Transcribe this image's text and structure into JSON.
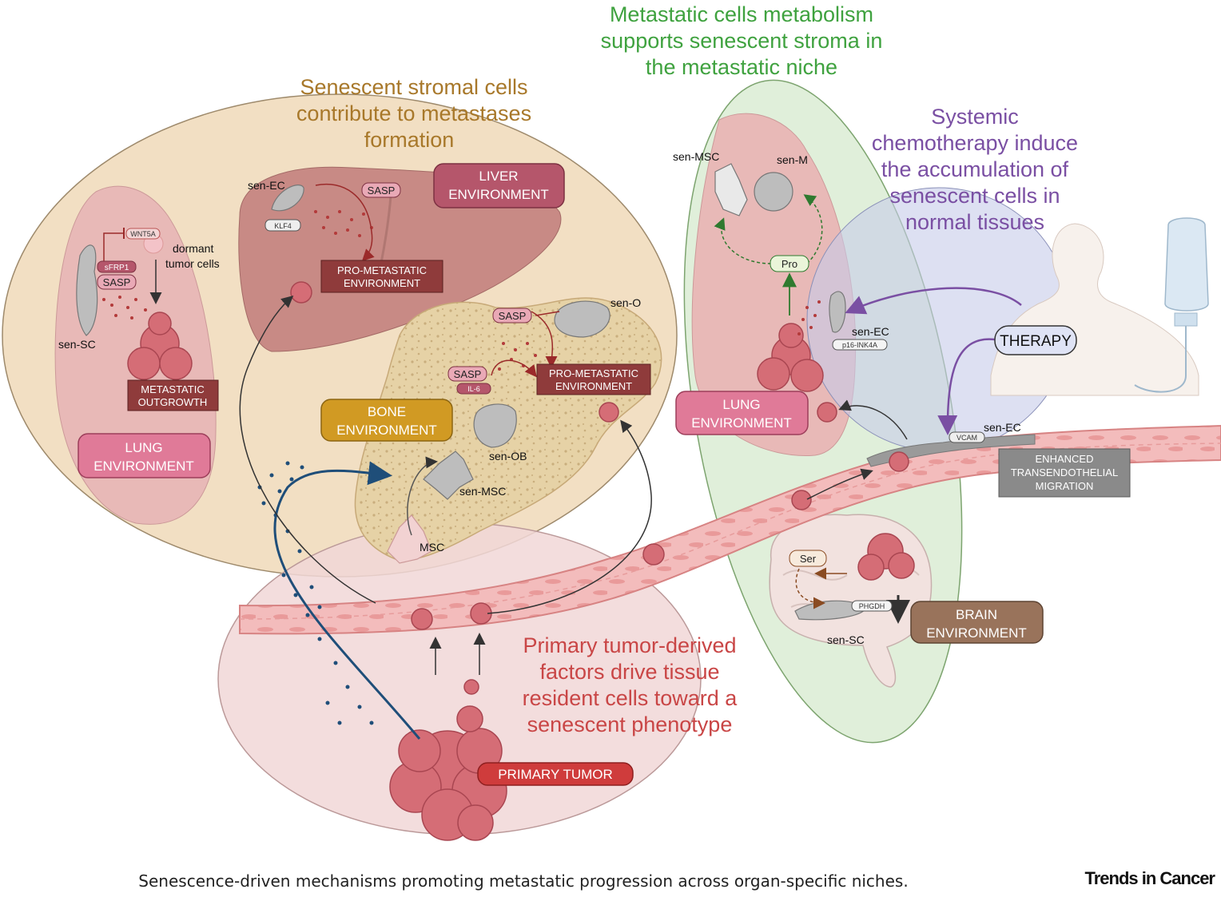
{
  "headings": {
    "stromal": [
      "Senescent stromal cells",
      "contribute to metastases",
      "formation"
    ],
    "metabolism": [
      "Metastatic cells metabolism",
      "supports senescent stroma in",
      "the metastatic niche"
    ],
    "chemo": [
      "Systemic",
      "chemotherapy induce",
      "the accumulation of",
      "senescent cells in",
      "normal tissues"
    ],
    "primary": [
      "Primary tumor-derived",
      "factors drive tissue",
      "resident cells toward a",
      "senescent phenotype"
    ]
  },
  "boxes": {
    "liver_env": [
      "LIVER",
      "ENVIRONMENT"
    ],
    "lung_env_left": [
      "LUNG",
      "ENVIRONMENT"
    ],
    "lung_env_right": [
      "LUNG",
      "ENVIRONMENT"
    ],
    "bone_env": [
      "BONE",
      "ENVIRONMENT"
    ],
    "brain_env": [
      "BRAIN",
      "ENVIRONMENT"
    ],
    "pro_met_liver": [
      "PRO-METASTATIC",
      "ENVIRONMENT"
    ],
    "pro_met_bone": [
      "PRO-METASTATIC",
      "ENVIRONMENT"
    ],
    "met_outgrowth": [
      "METASTATIC",
      "OUTGROWTH"
    ],
    "enhanced": [
      "ENHANCED",
      "TRANSENDOTHELIAL",
      "MIGRATION"
    ],
    "primary_tumor": "PRIMARY TUMOR",
    "therapy": "THERAPY"
  },
  "tags": {
    "wnt5a": "WNT5A",
    "sfrp1": "sFRP1",
    "sasp": "SASP",
    "klf4": "KLF4",
    "il6": "IL-6",
    "pro": "Pro",
    "p16": "p16-INK4A",
    "vcam": "VCAM",
    "ser": "Ser",
    "phgdh": "PHGDH"
  },
  "labels": {
    "sen_sc": "sen-SC",
    "dormant": [
      "dormant",
      "tumor cells"
    ],
    "sen_ec": "sen-EC",
    "sen_o": "sen-O",
    "sen_ob": "sen-OB",
    "sen_msc": "sen-MSC",
    "msc": "MSC",
    "sen_m": "sen-M"
  },
  "caption": "Senescence-driven mechanisms promoting metastatic progression across organ-specific niches.",
  "brand": "Trends in Cancer",
  "colors": {
    "stromal_heading": "#a8782a",
    "metabolism_heading": "#3fa23f",
    "chemo_heading": "#7a4fa3",
    "primary_heading": "#c94646",
    "liver_box": "#b5566b",
    "lung_box": "#e07a98",
    "bone_box": "#d19a23",
    "brain_box": "#99735b",
    "dark_box": "#8f3b3b",
    "enhanced_box": "#8a8a8a",
    "primary_box": "#cf3c3c"
  }
}
